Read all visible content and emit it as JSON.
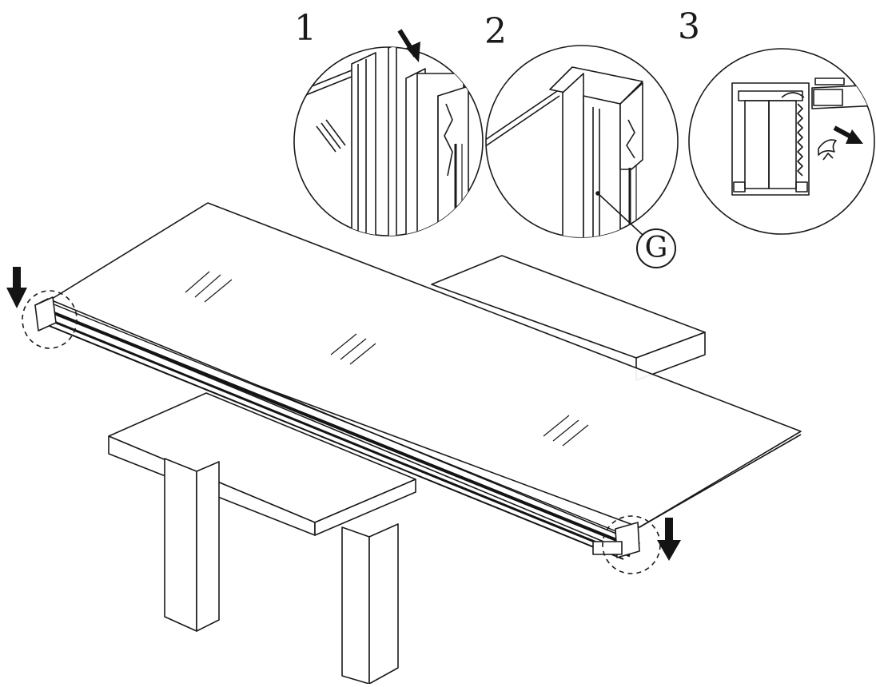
{
  "steps": [
    {
      "label": "1"
    },
    {
      "label": "2"
    },
    {
      "label": "3"
    }
  ],
  "callout": {
    "label": "G"
  },
  "colors": {
    "line": "#1a1a1a",
    "background": "#ffffff",
    "rail": "#141414"
  }
}
